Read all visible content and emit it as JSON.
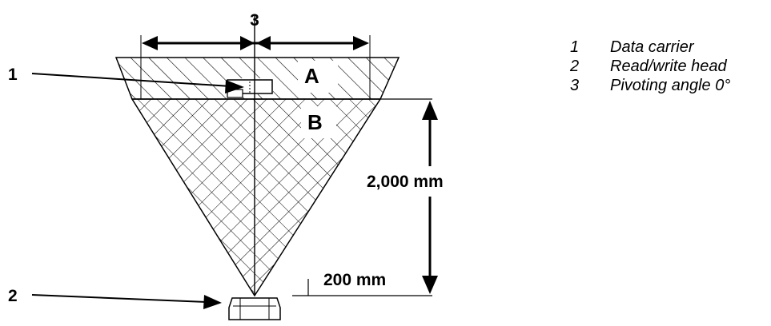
{
  "callouts": {
    "angle_number": "3",
    "data_carrier_number": "1",
    "head_number": "2"
  },
  "zones": {
    "a": "A",
    "b": "B"
  },
  "dimensions": {
    "range": "2,000 mm",
    "min_distance": "200 mm"
  },
  "legend": {
    "items": [
      {
        "number": "1",
        "label": "Data carrier"
      },
      {
        "number": "2",
        "label": "Read/write head"
      },
      {
        "number": "3",
        "label": "Pivoting angle 0°"
      }
    ]
  }
}
